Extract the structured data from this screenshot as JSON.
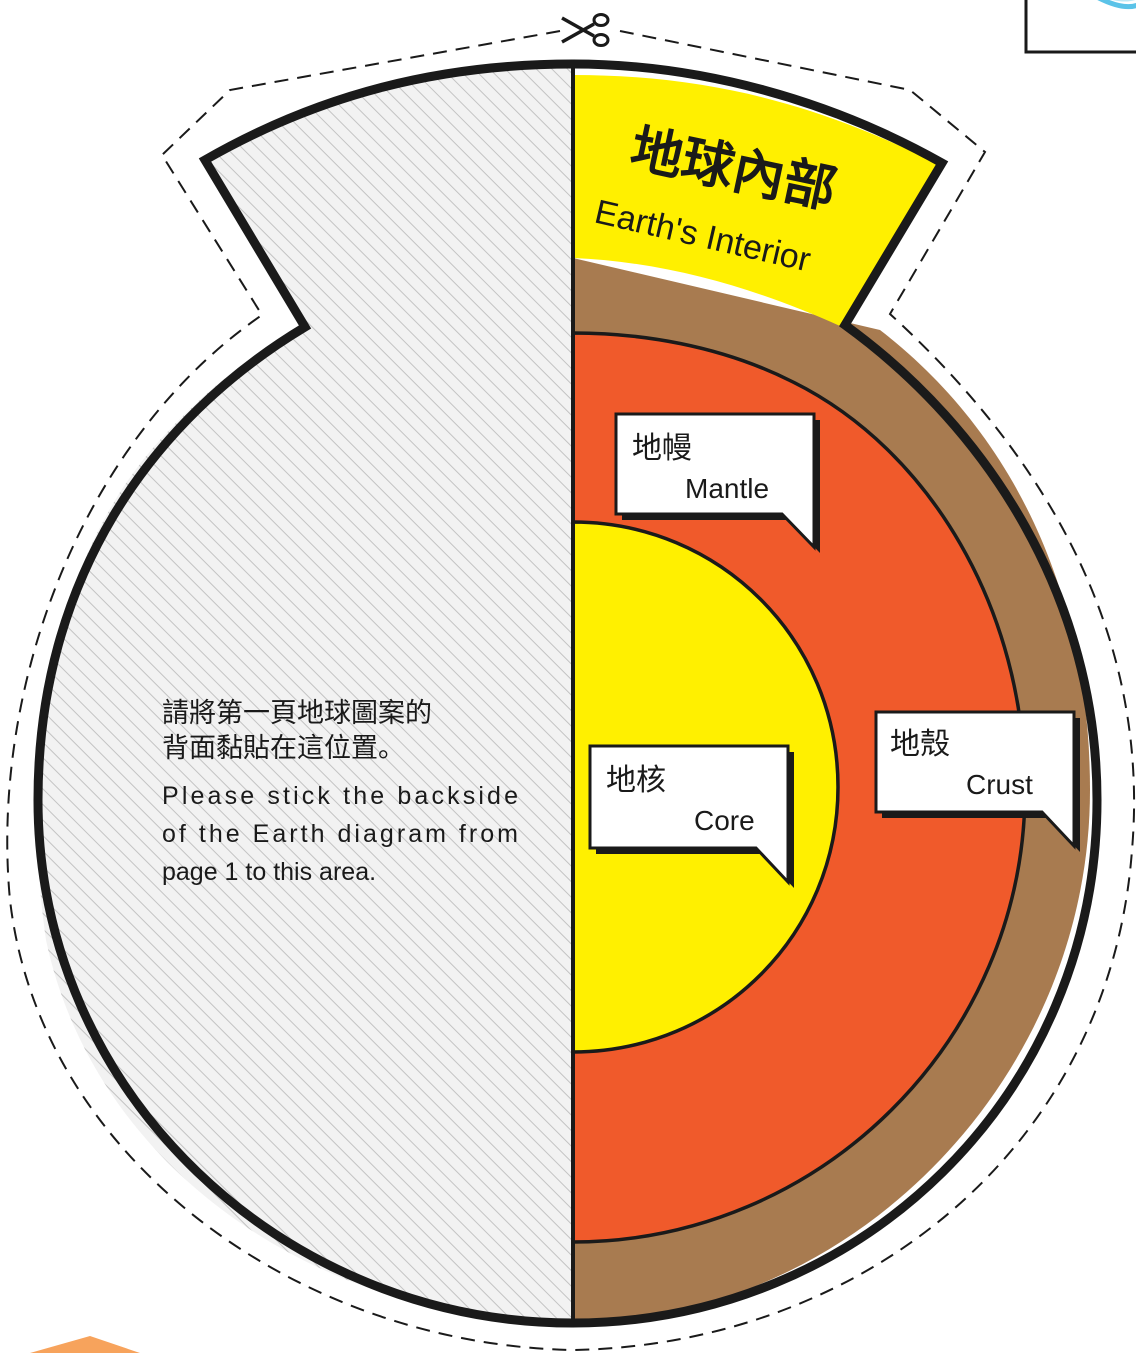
{
  "title": {
    "zh": "地球內部",
    "en": "Earth's Interior"
  },
  "instructions": {
    "zh_line1": "請將第一頁地球圖案的",
    "zh_line2": "背面黏貼在這位置。",
    "en_line1": "Please stick the backside",
    "en_line2": "of the Earth diagram from",
    "en_line3": "page 1 to this area."
  },
  "layers": {
    "mantle": {
      "zh": "地幔",
      "en": "Mantle"
    },
    "core": {
      "zh": "地核",
      "en": "Core"
    },
    "crust": {
      "zh": "地殼",
      "en": "Crust"
    }
  },
  "colors": {
    "crust": "#a87b50",
    "mantle": "#f05a2b",
    "core": "#fff000",
    "title_band": "#fff000",
    "outline": "#1a1a1a",
    "hatch": "#c8c8c8",
    "bottom_tab": "#f7a35c",
    "top_corner_accent": "#5bc3e8"
  },
  "icons": {
    "scissors": "scissors-icon"
  }
}
